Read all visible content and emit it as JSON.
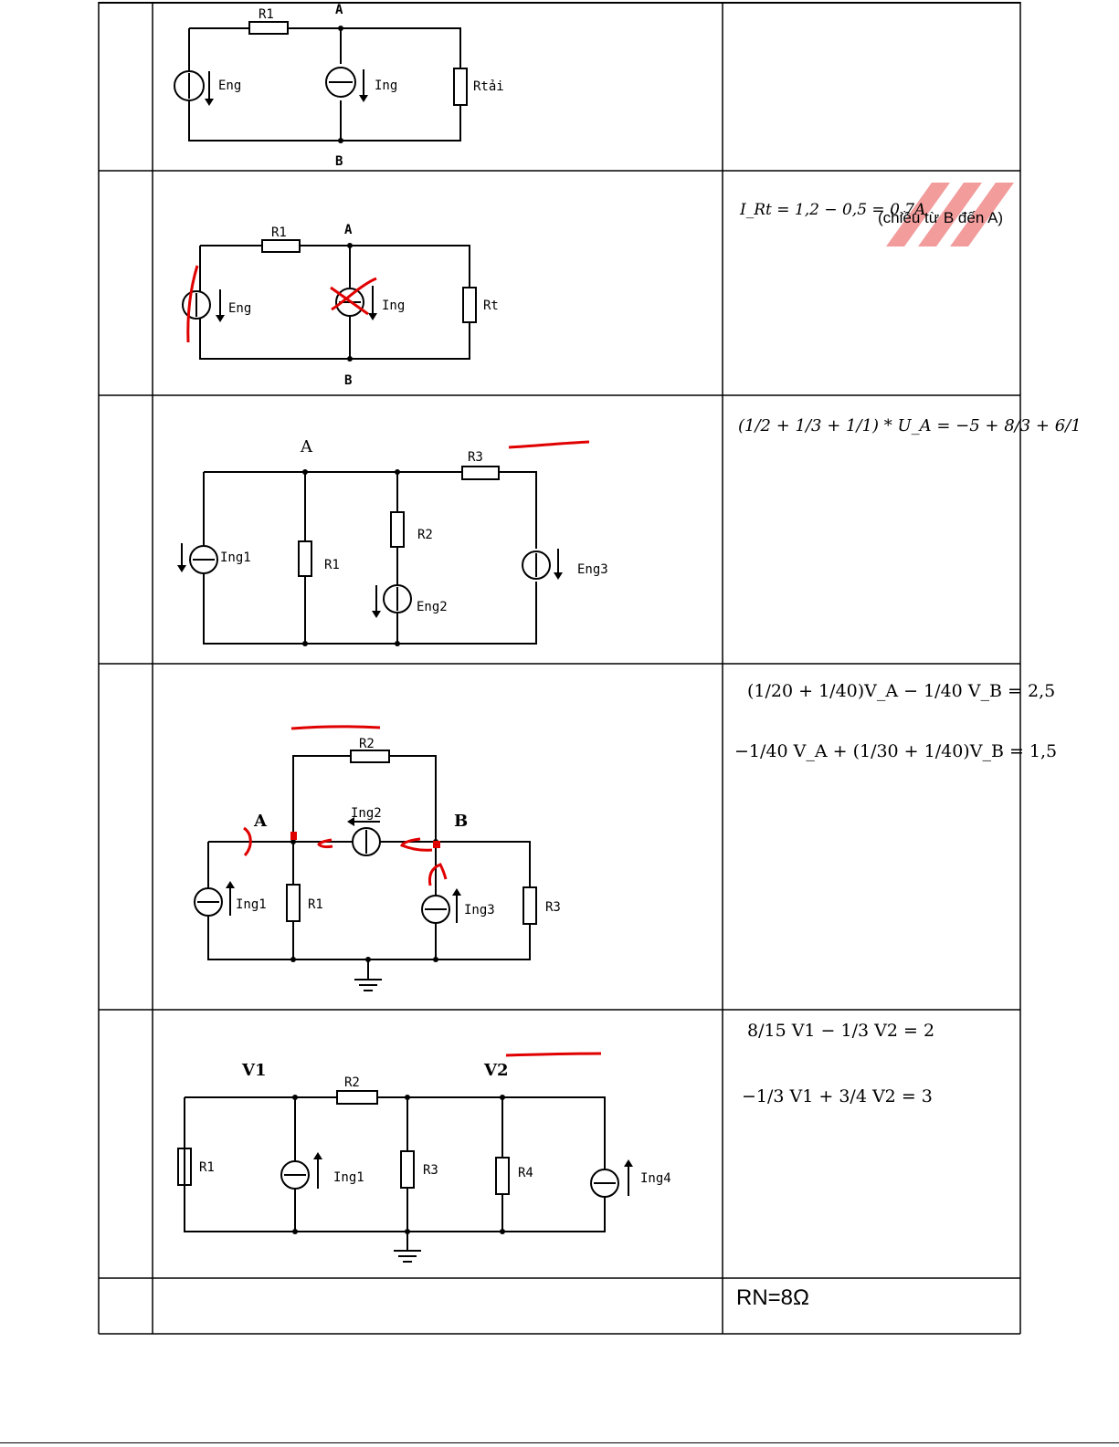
{
  "rows": [
    {
      "circuit": {
        "labels": {
          "r1": "R1",
          "node_a": "A",
          "node_b": "B",
          "source_e": "Eng",
          "source_i": "Ing",
          "load": "Rtải"
        }
      },
      "answer": {}
    },
    {
      "circuit": {
        "labels": {
          "r1": "R1",
          "node_a": "A",
          "node_b": "B",
          "source_e": "Eng",
          "source_i": "Ing",
          "load": "Rt"
        }
      },
      "answer": {
        "formula": "I_Rt = 1,2 − 0,5 = 0,7A",
        "note": "(chiều từ B đến A)"
      }
    },
    {
      "circuit": {
        "labels": {
          "node_a": "A",
          "r1": "R1",
          "r2": "R2",
          "r3": "R3",
          "ing1": "Ing1",
          "eng2": "Eng2",
          "eng3": "Eng3"
        }
      },
      "answer": {
        "formula": "(1/2 + 1/3 + 1/1) * U_A = −5 + 8/3 + 6/1"
      }
    },
    {
      "circuit": {
        "labels": {
          "node_a": "A",
          "node_b": "B",
          "r1": "R1",
          "r2": "R2",
          "r3": "R3",
          "ing1": "Ing1",
          "ing2": "Ing2",
          "ing3": "Ing3"
        }
      },
      "answer": {
        "eq1": "(1/20 + 1/40)V_A − 1/40 V_B = 2,5",
        "eq2": "−1/40 V_A + (1/30 + 1/40)V_B = 1,5"
      }
    },
    {
      "circuit": {
        "labels": {
          "v1": "V1",
          "v2": "V2",
          "r1": "R1",
          "r2": "R2",
          "r3": "R3",
          "r4": "R4",
          "ing1": "Ing1",
          "ing4": "Ing4"
        }
      },
      "answer": {
        "eq1": "8/15 V1 − 1/3 V2 = 2",
        "eq2": "−1/3 V1 + 3/4 V2 = 3"
      }
    },
    {
      "circuit": {},
      "answer": {
        "rn": "RN=8Ω"
      }
    }
  ],
  "colors": {
    "ink": "#000000",
    "annotation": "#e00000",
    "watermark": "#e84c4c"
  }
}
